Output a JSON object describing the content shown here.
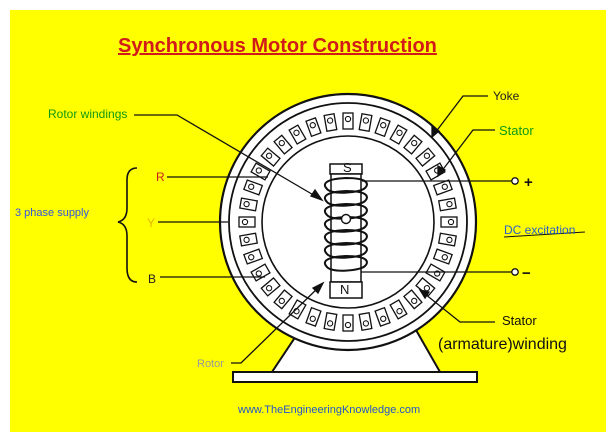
{
  "title": "Synchronous Motor Construction",
  "labels": {
    "rotor_windings": "Rotor windings",
    "yoke": "Yoke",
    "stator_top": "Stator",
    "r": "R",
    "y": "Y",
    "b": "B",
    "supply": "3 phase supply",
    "dc_excitation": "DC excitation",
    "plus": "+",
    "minus": "−",
    "s": "S",
    "n": "N",
    "stator_bottom": "Stator",
    "armature_winding": "(armature)winding",
    "rotor": "Rotor",
    "website": "www.TheEngineeringKnowledge.com"
  },
  "colors": {
    "background": "#ffff00",
    "frame": "#ffffff",
    "title": "#d11a1a",
    "green_label": "#119911",
    "blue_label": "#2a60c8",
    "line": "#111111"
  }
}
